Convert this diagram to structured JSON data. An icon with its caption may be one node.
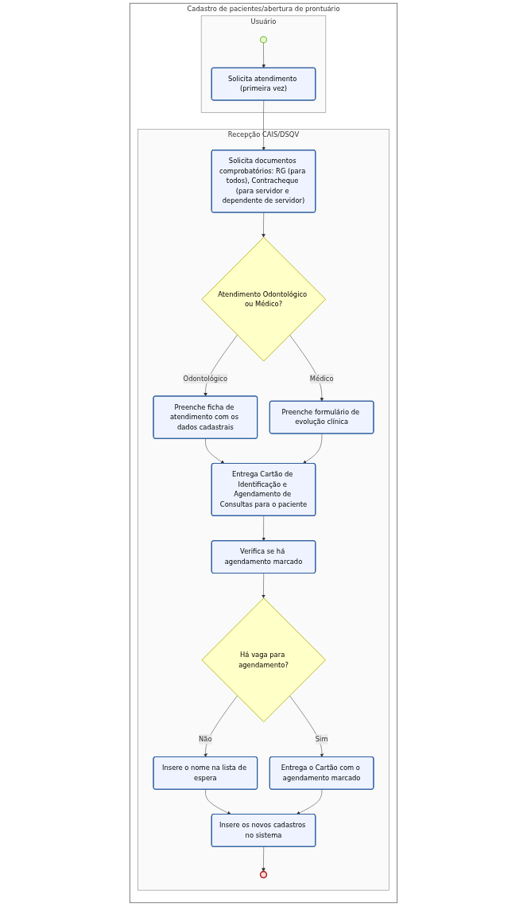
{
  "diagram": {
    "nodes": [
      {
        "text": [
          "Cadastro de pacientes/abertura de prontuário"
        ]
      },
      {
        "text": [
          "Usuário"
        ],
        "in": 0
      },
      {
        "text": [],
        "shape": "circle",
        "in": 1
      },
      {
        "text": [
          "Solicita atendimento (primeira vez)"
        ],
        "in": 1
      },
      {
        "text": [
          "Recepção CAIS/DSQV"
        ],
        "in": 0
      },
      {
        "text": [
          "Solicita documentos comprobatórios: RG (para todos), Contracheque (para servidor e dependente de servidor)"
        ],
        "in": 4
      },
      {
        "text": [
          "Atendimento Odontológico ou Médico?"
        ],
        "in": 4
      },
      {
        "text": [
          "Preenche ficha de atendimento com os dados cadastrais"
        ],
        "in": 4
      },
      {
        "text": [
          "Preenche formulário de evolução clínica"
        ],
        "in": 4
      },
      {
        "text": [
          "Entrega Cartão de Identificação e Agendamento de Consultas para o paciente"
        ],
        "in": 4
      },
      {
        "text": [
          "Verifica se há agendamento marcado"
        ],
        "in": 4
      },
      {
        "text": [
          "Há vaga para agendamento?"
        ],
        "in": 4
      },
      {
        "text": [
          "Insere o nome na lista de espera"
        ],
        "in": 4
      },
      {
        "text": [
          "Entrega o Cartão com o agendamento marcado"
        ],
        "in": 4
      },
      {
        "text": [
          "Insere os novos cadastros no sistema"
        ],
        "in": 4
      },
      {
        "text": [],
        "shape": "circle",
        "in": 4
      }
    ],
    "edges": [
      {
        "from": 2,
        "to": 3,
        "arrow": "to"
      },
      {
        "from": 3,
        "to": 5,
        "arrow": "to"
      },
      {
        "from": 5,
        "to": 6,
        "arrow": "to"
      },
      {
        "from": 6,
        "to": 7,
        "label": "Odontológico",
        "arrow": "to"
      },
      {
        "from": 6,
        "to": 8,
        "label": "Médico",
        "arrow": "to"
      },
      {
        "from": 7,
        "to": 9,
        "arrow": "to"
      },
      {
        "from": 8,
        "to": 9,
        "arrow": "to"
      },
      {
        "from": 9,
        "to": 10,
        "arrow": "to"
      },
      {
        "from": 10,
        "to": 11,
        "arrow": "to"
      },
      {
        "from": 11,
        "to": 12,
        "label": "Não",
        "arrow": "to"
      },
      {
        "from": 11,
        "to": 13,
        "label": "Sim",
        "arrow": "to"
      },
      {
        "from": 12,
        "to": 14,
        "arrow": "to"
      },
      {
        "from": 13,
        "to": 14,
        "arrow": "to"
      },
      {
        "from": 14,
        "to": 15,
        "arrow": "to"
      }
    ]
  }
}
